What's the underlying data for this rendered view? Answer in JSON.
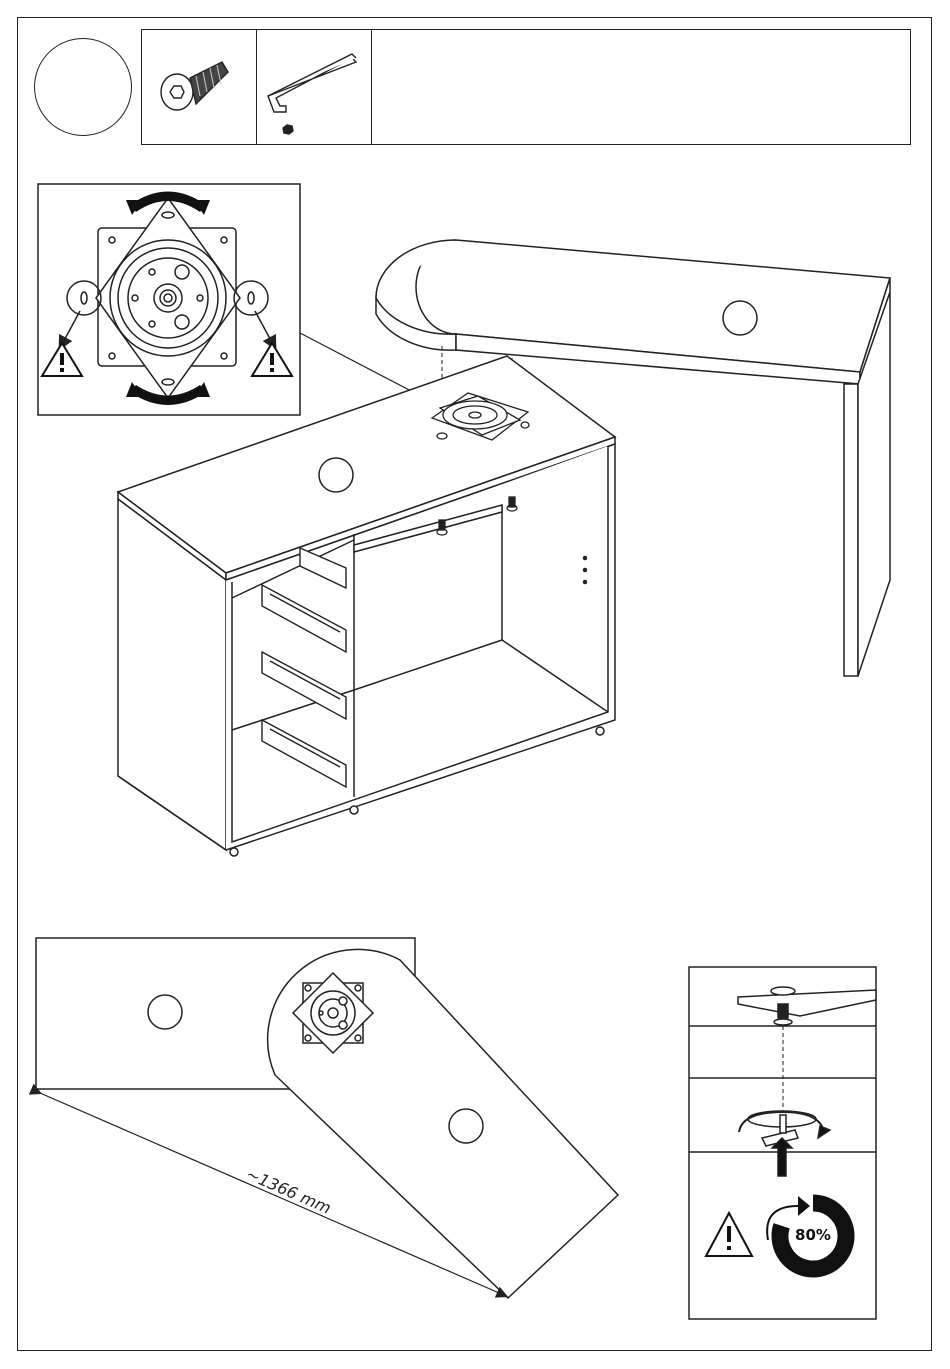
{
  "dimension": {
    "label": "~1366 mm"
  },
  "torque": {
    "label": "80%",
    "fraction": 0.8
  },
  "icons": [
    "screw-icon",
    "hex-key-icon",
    "warning-icon",
    "rotate-arrow-icon",
    "swivel-plate-icon",
    "torque-gauge-icon"
  ],
  "colors": {
    "line": "#222222",
    "fill": "#ffffff",
    "dark": "#111111"
  }
}
